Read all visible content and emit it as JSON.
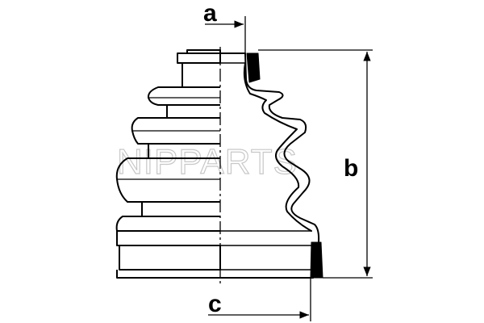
{
  "diagram": {
    "dimension_labels": {
      "a": "a",
      "b": "b",
      "c": "c"
    },
    "watermark": "NIPPARTS",
    "colors": {
      "line": "#000000",
      "background": "#ffffff",
      "watermark": "#c8c8c8"
    }
  }
}
